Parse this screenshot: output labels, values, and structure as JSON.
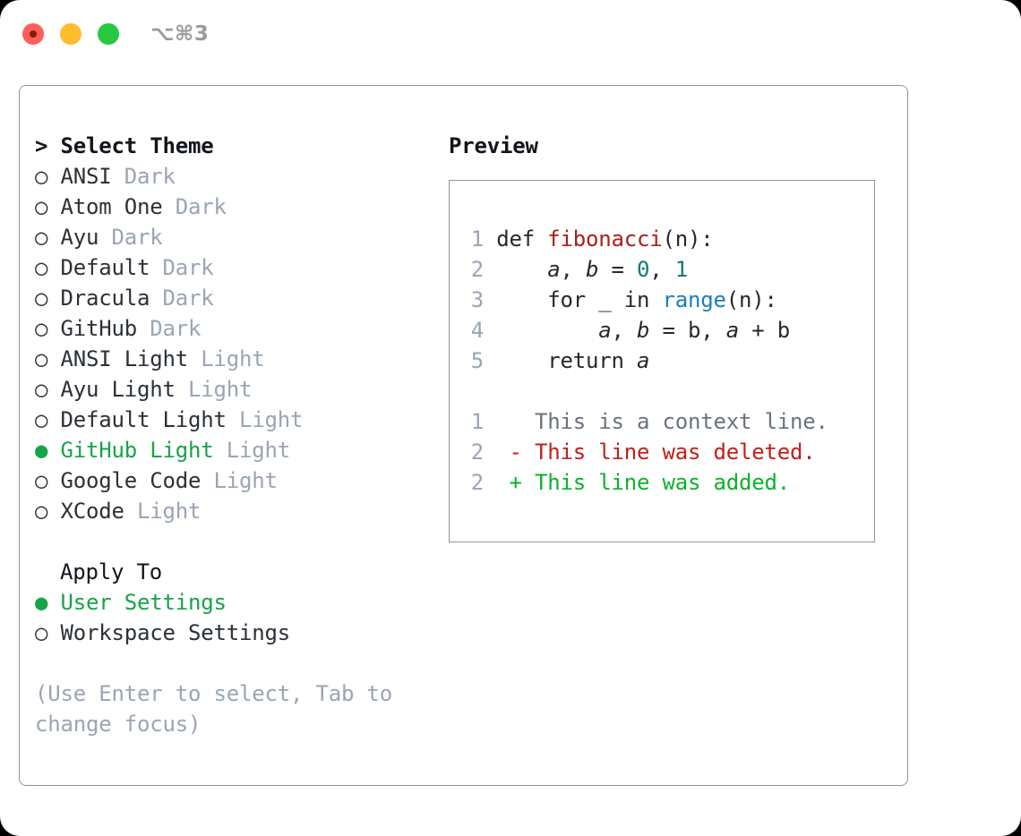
{
  "titlebar": {
    "shortcut": "⌥⌘3",
    "buttons": [
      {
        "name": "close",
        "color": "#ff5f57"
      },
      {
        "name": "minimize",
        "color": "#febc2e"
      },
      {
        "name": "zoom",
        "color": "#28c840"
      }
    ]
  },
  "theme_list": {
    "header": "> Select Theme",
    "items": [
      {
        "marker": "○",
        "name": "ANSI",
        "variant": "Dark",
        "selected": false
      },
      {
        "marker": "○",
        "name": "Atom One",
        "variant": "Dark",
        "selected": false
      },
      {
        "marker": "○",
        "name": "Ayu",
        "variant": "Dark",
        "selected": false
      },
      {
        "marker": "○",
        "name": "Default",
        "variant": "Dark",
        "selected": false
      },
      {
        "marker": "○",
        "name": "Dracula",
        "variant": "Dark",
        "selected": false
      },
      {
        "marker": "○",
        "name": "GitHub",
        "variant": "Dark",
        "selected": false
      },
      {
        "marker": "○",
        "name": "ANSI Light",
        "variant": "Light",
        "selected": false
      },
      {
        "marker": "○",
        "name": "Ayu Light",
        "variant": "Light",
        "selected": false
      },
      {
        "marker": "○",
        "name": "Default Light",
        "variant": "Light",
        "selected": false
      },
      {
        "marker": "●",
        "name": "GitHub Light",
        "variant": "Light",
        "selected": true
      },
      {
        "marker": "○",
        "name": "Google Code",
        "variant": "Light",
        "selected": false
      },
      {
        "marker": "○",
        "name": "XCode",
        "variant": "Light",
        "selected": false
      }
    ]
  },
  "apply_to": {
    "title": "Apply To",
    "options": [
      {
        "marker": "●",
        "label": "User Settings",
        "selected": true
      },
      {
        "marker": "○",
        "label": "Workspace Settings",
        "selected": false
      }
    ]
  },
  "hint": "(Use Enter to select, Tab to change focus)",
  "preview": {
    "title": "Preview",
    "code_lines": [
      {
        "number": "1",
        "tokens": [
          {
            "text": " def ",
            "type": "plain"
          },
          {
            "text": "fibonacci",
            "type": "fn"
          },
          {
            "text": "(n):",
            "type": "plain"
          }
        ]
      },
      {
        "number": "2",
        "tokens": [
          {
            "text": "     ",
            "type": "plain"
          },
          {
            "text": "a",
            "type": "var"
          },
          {
            "text": ", ",
            "type": "plain"
          },
          {
            "text": "b",
            "type": "var"
          },
          {
            "text": " = ",
            "type": "plain"
          },
          {
            "text": "0",
            "type": "num"
          },
          {
            "text": ", ",
            "type": "plain"
          },
          {
            "text": "1",
            "type": "num"
          }
        ]
      },
      {
        "number": "3",
        "tokens": [
          {
            "text": "     for _ in ",
            "type": "plain"
          },
          {
            "text": "range",
            "type": "call"
          },
          {
            "text": "(n):",
            "type": "plain"
          }
        ]
      },
      {
        "number": "4",
        "tokens": [
          {
            "text": "         ",
            "type": "plain"
          },
          {
            "text": "a",
            "type": "var"
          },
          {
            "text": ", ",
            "type": "plain"
          },
          {
            "text": "b",
            "type": "var"
          },
          {
            "text": " = ",
            "type": "plain"
          },
          {
            "text": "b",
            "type": "plain"
          },
          {
            "text": ", ",
            "type": "plain"
          },
          {
            "text": "a",
            "type": "var"
          },
          {
            "text": " + ",
            "type": "plain"
          },
          {
            "text": "b",
            "type": "plain"
          }
        ]
      },
      {
        "number": "5",
        "tokens": [
          {
            "text": "     return ",
            "type": "plain"
          },
          {
            "text": "a",
            "type": "var"
          }
        ]
      }
    ],
    "diff_lines": [
      {
        "number": "1",
        "sign": "  ",
        "text": "This is a context line.",
        "kind": "context"
      },
      {
        "number": "2",
        "sign": "- ",
        "text": "This line was deleted.",
        "kind": "deleted"
      },
      {
        "number": "2",
        "sign": "+ ",
        "text": "This line was added.",
        "kind": "added"
      }
    ]
  },
  "colors": {
    "accent_green": "#17a34a",
    "muted": "#9aa5b4",
    "border": "#8b96a5",
    "diff_added": "#0ab22a",
    "diff_deleted": "#c0201a",
    "syntax_function": "#a8201a",
    "syntax_number": "#0b7c77",
    "syntax_call": "#1a7fb5"
  }
}
